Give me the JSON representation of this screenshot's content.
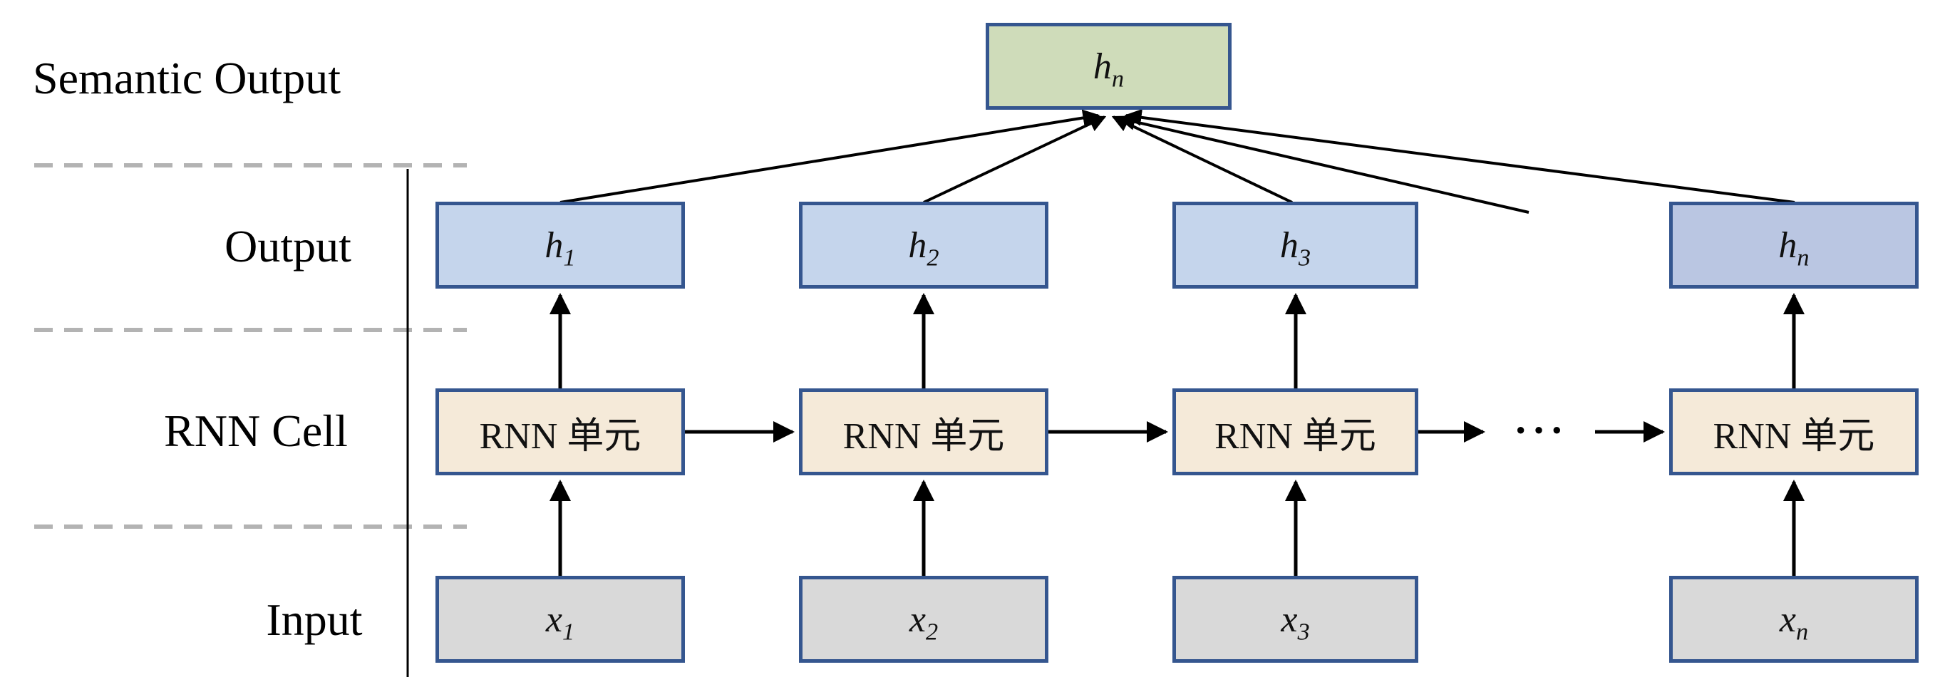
{
  "diagram": {
    "row_labels": [
      {
        "id": "semantic-output",
        "text": "Semantic Output"
      },
      {
        "id": "output",
        "text": "Output"
      },
      {
        "id": "rnn-cell",
        "text": "RNN Cell"
      },
      {
        "id": "input",
        "text": "Input"
      }
    ],
    "semantic_output_box": {
      "base": "h",
      "sub": "n"
    },
    "columns": [
      {
        "h": {
          "base": "h",
          "sub": "1"
        },
        "cell": "RNN 单元",
        "x": {
          "base": "x",
          "sub": "1"
        }
      },
      {
        "h": {
          "base": "h",
          "sub": "2"
        },
        "cell": "RNN 单元",
        "x": {
          "base": "x",
          "sub": "2"
        }
      },
      {
        "h": {
          "base": "h",
          "sub": "3"
        },
        "cell": "RNN 单元",
        "x": {
          "base": "x",
          "sub": "3"
        }
      },
      {
        "h": {
          "base": "h",
          "sub": "n"
        },
        "cell": "RNN 单元",
        "x": {
          "base": "x",
          "sub": "n"
        }
      }
    ],
    "ellipsis": "···",
    "structure": {
      "type": "recurrent-neural-network",
      "flow": "inputs x1..xn feed RNN cells, cells chain left-to-right, each cell emits h1..hn, all hidden outputs converge into final semantic output hn",
      "rows_top_to_bottom": [
        "Semantic Output",
        "Output",
        "RNN Cell",
        "Input"
      ]
    },
    "colors": {
      "box_border": "#35568f",
      "semantic_output_fill": "#cfdcba",
      "output_fill": "#c5d5ec",
      "output_last_fill": "#bac6e2",
      "rnn_cell_fill": "#f5ead9",
      "input_fill": "#d9d9d9",
      "separator_dash": "#b3b3b3",
      "line": "#000000",
      "text": "#000000"
    }
  }
}
